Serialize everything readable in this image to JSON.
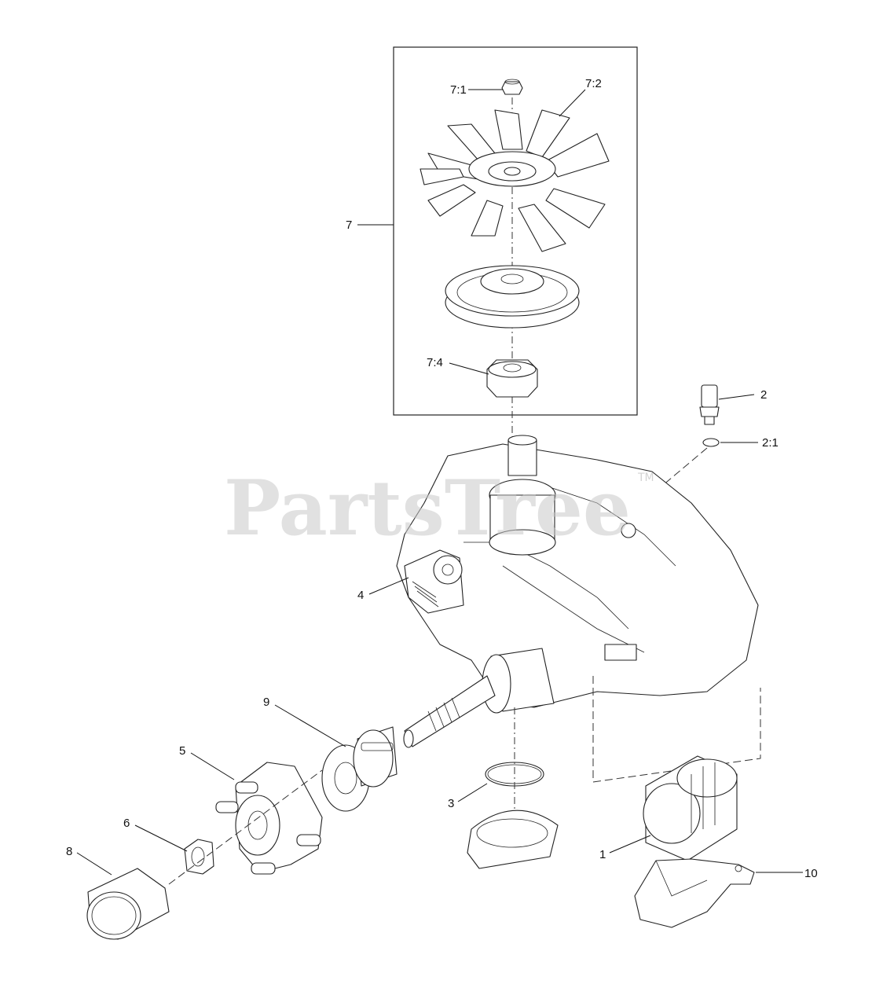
{
  "watermark": {
    "text": "PartsTree",
    "trademark": "TM"
  },
  "callouts": {
    "c1": "1",
    "c2": "2",
    "c2_1": "2:1",
    "c3": "3",
    "c4": "4",
    "c5": "5",
    "c6": "6",
    "c7": "7",
    "c7_1": "7:1",
    "c7_2": "7:2",
    "c7_4": "7:4",
    "c8": "8",
    "c9": "9",
    "c10": "10"
  }
}
